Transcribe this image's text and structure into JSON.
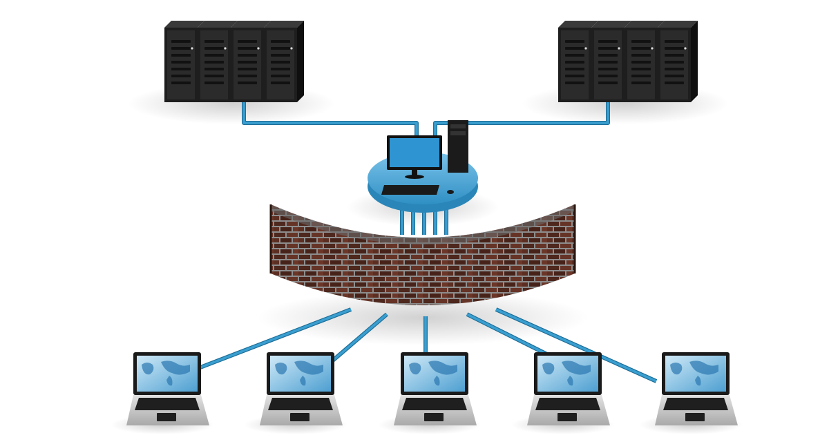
{
  "diagram": {
    "nodes": [
      {
        "id": "server-rack-left",
        "kind": "server-rack",
        "units": 4
      },
      {
        "id": "server-rack-right",
        "kind": "server-rack",
        "units": 4
      },
      {
        "id": "admin-workstation",
        "kind": "workstation"
      },
      {
        "id": "firewall",
        "kind": "brick-wall"
      },
      {
        "id": "laptop-1",
        "kind": "laptop"
      },
      {
        "id": "laptop-2",
        "kind": "laptop"
      },
      {
        "id": "laptop-3",
        "kind": "laptop"
      },
      {
        "id": "laptop-4",
        "kind": "laptop"
      },
      {
        "id": "laptop-5",
        "kind": "laptop"
      }
    ],
    "links": [
      {
        "from": "server-rack-left",
        "to": "admin-workstation"
      },
      {
        "from": "server-rack-right",
        "to": "admin-workstation"
      },
      {
        "from": "admin-workstation",
        "to": "firewall"
      },
      {
        "from": "firewall",
        "to": "laptop-1"
      },
      {
        "from": "firewall",
        "to": "laptop-2"
      },
      {
        "from": "firewall",
        "to": "laptop-3"
      },
      {
        "from": "firewall",
        "to": "laptop-4"
      },
      {
        "from": "firewall",
        "to": "laptop-5"
      }
    ],
    "colors": {
      "cable": "#3a9fd0",
      "cable_edge": "#1f6f99",
      "platform": "#3ea4d9",
      "platform_rim": "#2a86b8",
      "server_body": "#1e1e1e",
      "server_face": "#2b2b2b",
      "brick": "#5a2e22",
      "mortar": "#9c9c9c",
      "screen": "#5aa9d8",
      "laptop_body": "#c9c9c9"
    }
  }
}
